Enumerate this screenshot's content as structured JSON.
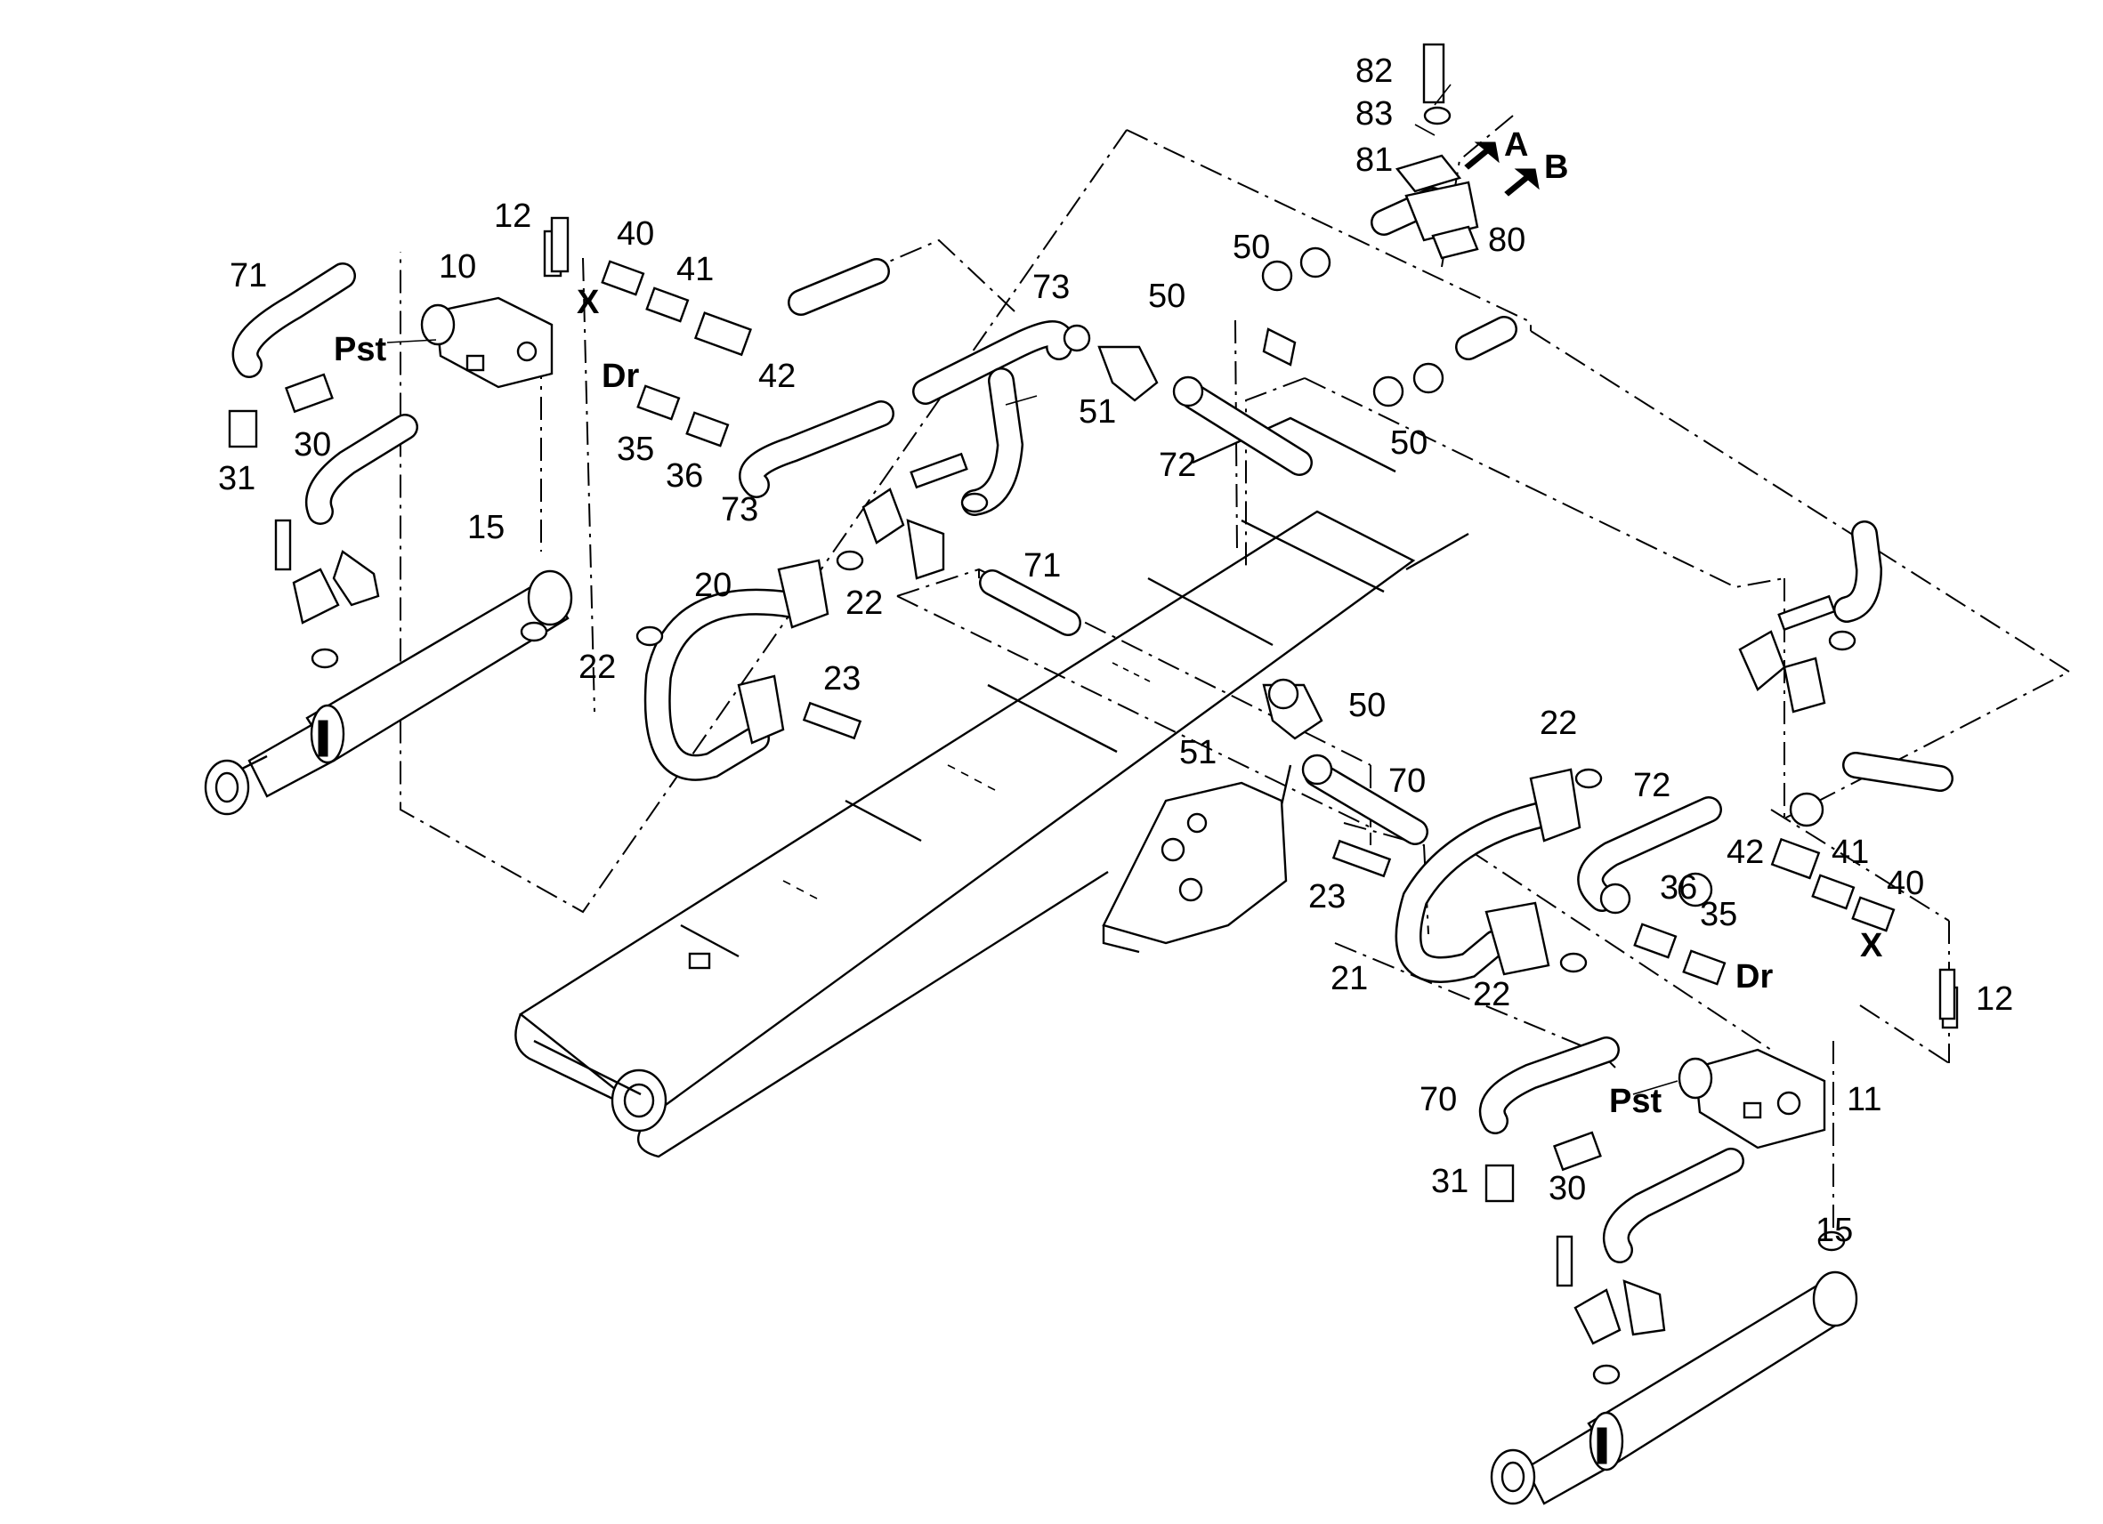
{
  "diagram": {
    "callouts": [
      {
        "id": "c-82-top",
        "text": "82"
      },
      {
        "id": "c-83-top",
        "text": "83"
      },
      {
        "id": "c-81-top",
        "text": "81"
      },
      {
        "id": "c-a",
        "text": "A"
      },
      {
        "id": "c-b",
        "text": "B"
      },
      {
        "id": "c-80",
        "text": "80"
      },
      {
        "id": "c-12-left",
        "text": "12"
      },
      {
        "id": "c-40-left",
        "text": "40"
      },
      {
        "id": "c-41-left",
        "text": "41"
      },
      {
        "id": "c-71-left",
        "text": "71"
      },
      {
        "id": "c-10",
        "text": "10"
      },
      {
        "id": "c-x-left",
        "text": "X"
      },
      {
        "id": "c-pst-left",
        "text": "Pst"
      },
      {
        "id": "c-dr-left",
        "text": "Dr"
      },
      {
        "id": "c-42-left",
        "text": "42"
      },
      {
        "id": "c-73-a",
        "text": "73"
      },
      {
        "id": "c-50-a",
        "text": "50"
      },
      {
        "id": "c-50-b",
        "text": "50"
      },
      {
        "id": "c-51-a",
        "text": "51"
      },
      {
        "id": "c-72-a",
        "text": "72"
      },
      {
        "id": "c-50-c",
        "text": "50"
      },
      {
        "id": "c-30-left",
        "text": "30"
      },
      {
        "id": "c-31-left",
        "text": "31"
      },
      {
        "id": "c-35-left",
        "text": "35"
      },
      {
        "id": "c-36-left",
        "text": "36"
      },
      {
        "id": "c-73-b",
        "text": "73"
      },
      {
        "id": "c-15-left",
        "text": "15"
      },
      {
        "id": "c-20",
        "text": "20"
      },
      {
        "id": "c-22-a",
        "text": "22"
      },
      {
        "id": "c-22-b",
        "text": "22"
      },
      {
        "id": "c-71-mid",
        "text": "71"
      },
      {
        "id": "c-23-a",
        "text": "23"
      },
      {
        "id": "c-50-d",
        "text": "50"
      },
      {
        "id": "c-51-b",
        "text": "51"
      },
      {
        "id": "c-70-a",
        "text": "70"
      },
      {
        "id": "c-22-c",
        "text": "22"
      },
      {
        "id": "c-72-b",
        "text": "72"
      },
      {
        "id": "c-42-right",
        "text": "42"
      },
      {
        "id": "c-41-right",
        "text": "41"
      },
      {
        "id": "c-36-right",
        "text": "36"
      },
      {
        "id": "c-35-right",
        "text": "35"
      },
      {
        "id": "c-40-right",
        "text": "40"
      },
      {
        "id": "c-x-right",
        "text": "X"
      },
      {
        "id": "c-23-b",
        "text": "23"
      },
      {
        "id": "c-dr-right",
        "text": "Dr"
      },
      {
        "id": "c-21",
        "text": "21"
      },
      {
        "id": "c-22-d",
        "text": "22"
      },
      {
        "id": "c-12-right",
        "text": "12"
      },
      {
        "id": "c-70-b",
        "text": "70"
      },
      {
        "id": "c-pst-right",
        "text": "Pst"
      },
      {
        "id": "c-11",
        "text": "11"
      },
      {
        "id": "c-31-right",
        "text": "31"
      },
      {
        "id": "c-30-right",
        "text": "30"
      },
      {
        "id": "c-15-right",
        "text": "15"
      }
    ]
  }
}
